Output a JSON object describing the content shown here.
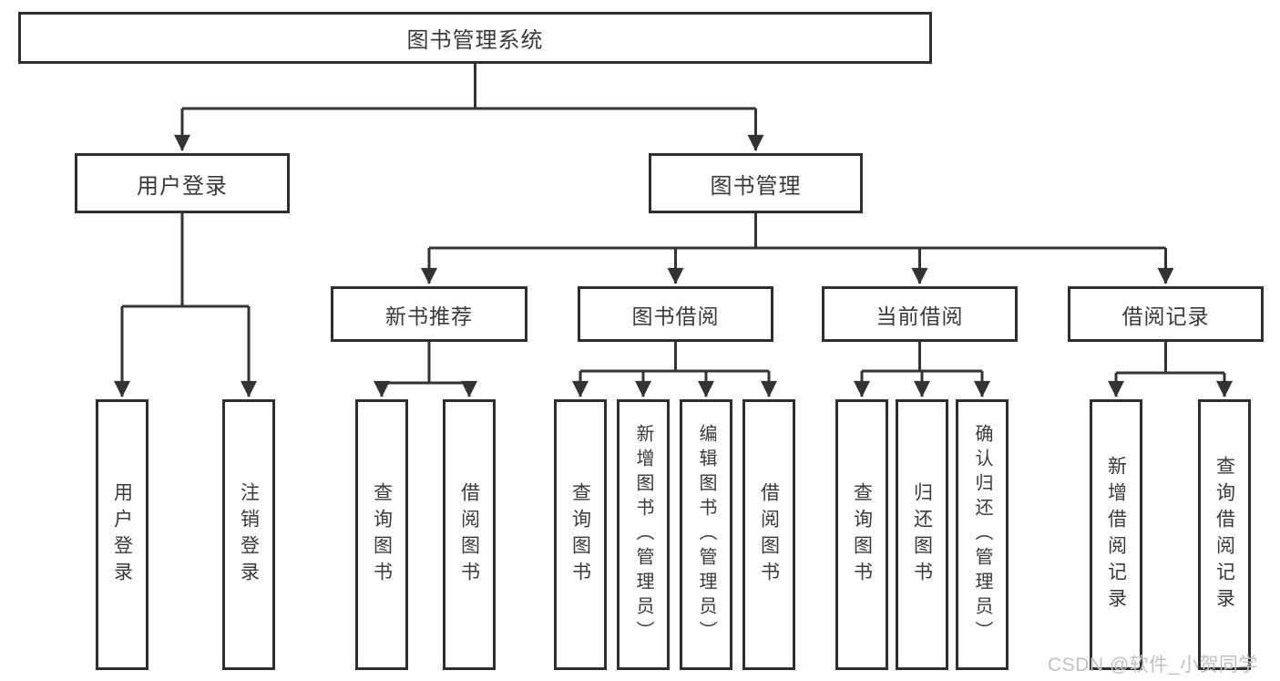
{
  "diagram_title": "图书管理系统",
  "tree": {
    "root": {
      "label": "图书管理系统",
      "children": [
        {
          "label": "用户登录",
          "children": [
            {
              "label": "用户登录"
            },
            {
              "label": "注销登录"
            }
          ]
        },
        {
          "label": "图书管理",
          "children": [
            {
              "label": "新书推荐",
              "children": [
                {
                  "label": "查询图书"
                },
                {
                  "label": "借阅图书"
                }
              ]
            },
            {
              "label": "图书借阅",
              "children": [
                {
                  "label": "查询图书"
                },
                {
                  "label": "新增图书（管理员）"
                },
                {
                  "label": "编辑图书（管理员）"
                },
                {
                  "label": "借阅图书"
                }
              ]
            },
            {
              "label": "当前借阅",
              "children": [
                {
                  "label": "查询图书"
                },
                {
                  "label": "归还图书"
                },
                {
                  "label": "确认归还（管理员）"
                }
              ]
            },
            {
              "label": "借阅记录",
              "children": [
                {
                  "label": "新增借阅记录"
                },
                {
                  "label": "查询借阅记录"
                }
              ]
            }
          ]
        }
      ]
    }
  },
  "watermark": {
    "text": "CSDN @软件_小贺同学"
  },
  "colors": {
    "line": "#333333",
    "box_border": "#2e2e2e",
    "text": "#3a3a3a",
    "watermark": "#c1c1c1",
    "background": "#ffffff"
  }
}
